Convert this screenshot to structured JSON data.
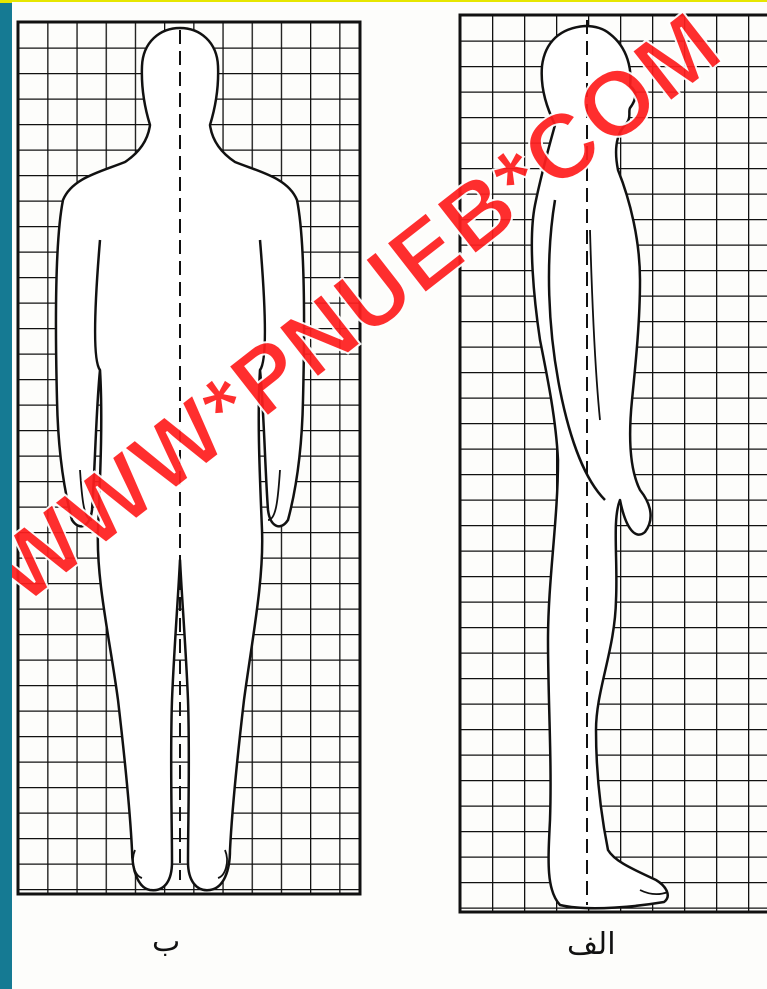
{
  "labels": {
    "back_view": "ب",
    "side_view": "الف"
  },
  "watermark": {
    "text": "WWW*PNUEB*COM"
  },
  "colors": {
    "frame_bg": "#157a93",
    "paper": "#fdfdfb",
    "grid": "#111111",
    "watermark": "#ff1f1f"
  }
}
